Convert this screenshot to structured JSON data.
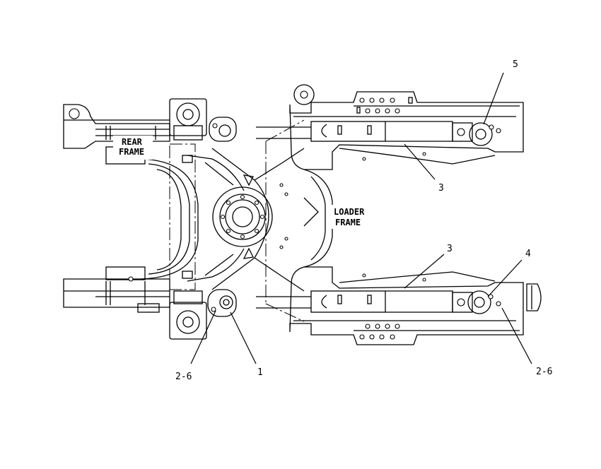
{
  "frame_labels": {
    "rear_line1": "REAR",
    "rear_line2": "FRAME",
    "loader_line1": "LOADER",
    "loader_line2": "FRAME"
  },
  "callouts": {
    "c5": "5",
    "c3_upper": "3",
    "c3_lower": "3",
    "c4": "4",
    "c1": "1",
    "c26_left": "2-6",
    "c26_right": "2-6"
  }
}
